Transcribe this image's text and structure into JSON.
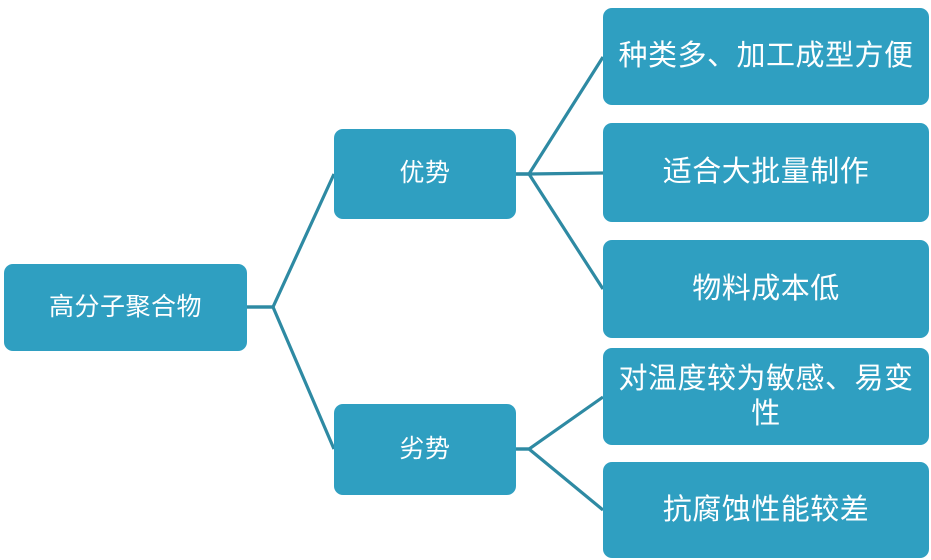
{
  "diagram": {
    "type": "mind-map",
    "title": "高分子聚合物",
    "colors": {
      "node_fill": "#2F9FC1",
      "node_text": "#FFFFFF",
      "connector": "#2E8AA3",
      "background": "#FFFFFF"
    },
    "root": {
      "id": "root",
      "label": "高分子聚合物"
    },
    "branches": [
      {
        "id": "branch-0",
        "label": "优势",
        "children": [
          {
            "id": "leaf-0",
            "label": "种类多、加工成型方便"
          },
          {
            "id": "leaf-1",
            "label": "适合大批量制作"
          },
          {
            "id": "leaf-2",
            "label": "物料成本低"
          }
        ]
      },
      {
        "id": "branch-1",
        "label": "劣势",
        "children": [
          {
            "id": "leaf-3",
            "label": "对温度较为敏感、易变性"
          },
          {
            "id": "leaf-4",
            "label": "抗腐蚀性能较差"
          }
        ]
      }
    ]
  }
}
